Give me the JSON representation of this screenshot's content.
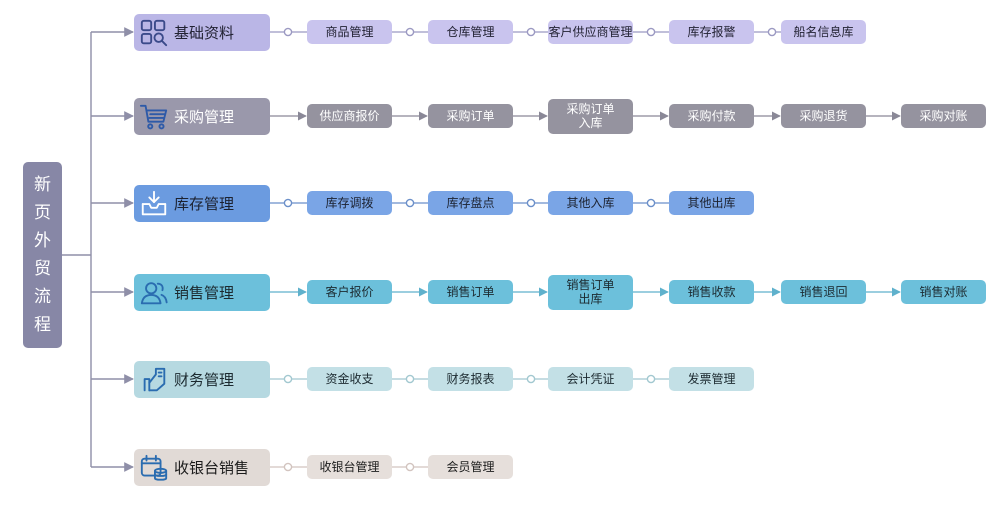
{
  "root": {
    "chars": [
      "新",
      "页",
      "外",
      "贸",
      "流",
      "程"
    ]
  },
  "colors": {
    "root": "#8787a6",
    "line": "#8f8fa8"
  },
  "modules": [
    {
      "label": "基础资料",
      "icon": "grid-search-icon",
      "colors": {
        "bg": "#bab6e6",
        "text": "#222233",
        "icon": "#3b4a8a",
        "item_bg": "#c9c4ee",
        "item_text": "#222233",
        "line": "#9b99c2"
      },
      "connector": "dot",
      "items": [
        [
          "商品管理"
        ],
        [
          "仓库管理"
        ],
        [
          "客户供应商管理"
        ],
        [
          "库存报警"
        ],
        [
          "船名信息库"
        ]
      ]
    },
    {
      "label": "采购管理",
      "icon": "shopping-cart-icon",
      "colors": {
        "bg": "#9a98ab",
        "text": "#ffffff",
        "icon": "#2e5aa8",
        "item_bg": "#95939f",
        "item_text": "#ffffff",
        "line": "#8a8897"
      },
      "connector": "arrow",
      "items": [
        [
          "供应商报价"
        ],
        [
          "采购订单"
        ],
        [
          "采购订单",
          "入库"
        ],
        [
          "采购付款"
        ],
        [
          "采购退货"
        ],
        [
          "采购对账"
        ]
      ]
    },
    {
      "label": "库存管理",
      "icon": "inbox-download-icon",
      "colors": {
        "bg": "#6b9be0",
        "text": "#1c2230",
        "icon": "#ffffff",
        "item_bg": "#7aa5e6",
        "item_text": "#1c2230",
        "line": "#6b8fc9"
      },
      "connector": "dot",
      "items": [
        [
          "库存调拨"
        ],
        [
          "库存盘点"
        ],
        [
          "其他入库"
        ],
        [
          "其他出库"
        ]
      ]
    },
    {
      "label": "销售管理",
      "icon": "user-group-icon",
      "colors": {
        "bg": "#6cc0db",
        "text": "#1c2a30",
        "icon": "#2a6cb0",
        "item_bg": "#6cc0db",
        "item_text": "#1c2a30",
        "line": "#5fb1cc"
      },
      "connector": "arrow",
      "items": [
        [
          "客户报价"
        ],
        [
          "销售订单"
        ],
        [
          "销售订单",
          "出库"
        ],
        [
          "销售收款"
        ],
        [
          "销售退回"
        ],
        [
          "销售对账"
        ]
      ]
    },
    {
      "label": "财务管理",
      "icon": "finance-hand-icon",
      "colors": {
        "bg": "#b6d9e1",
        "text": "#1c2a30",
        "icon": "#2a6cb0",
        "item_bg": "#c3e0e6",
        "item_text": "#1c2a30",
        "line": "#a2c8d0"
      },
      "connector": "dot",
      "items": [
        [
          "资金收支"
        ],
        [
          "财务报表"
        ],
        [
          "会计凭证"
        ],
        [
          "发票管理"
        ]
      ]
    },
    {
      "label": "收银台销售",
      "icon": "calendar-coins-icon",
      "colors": {
        "bg": "#e1dad6",
        "text": "#1c1c1c",
        "icon": "#2a6cb0",
        "item_bg": "#e6dfdb",
        "item_text": "#1c1c1c",
        "line": "#d2c4bf"
      },
      "connector": "dot",
      "items": [
        [
          "收银台管理"
        ],
        [
          "会员管理"
        ]
      ]
    }
  ]
}
